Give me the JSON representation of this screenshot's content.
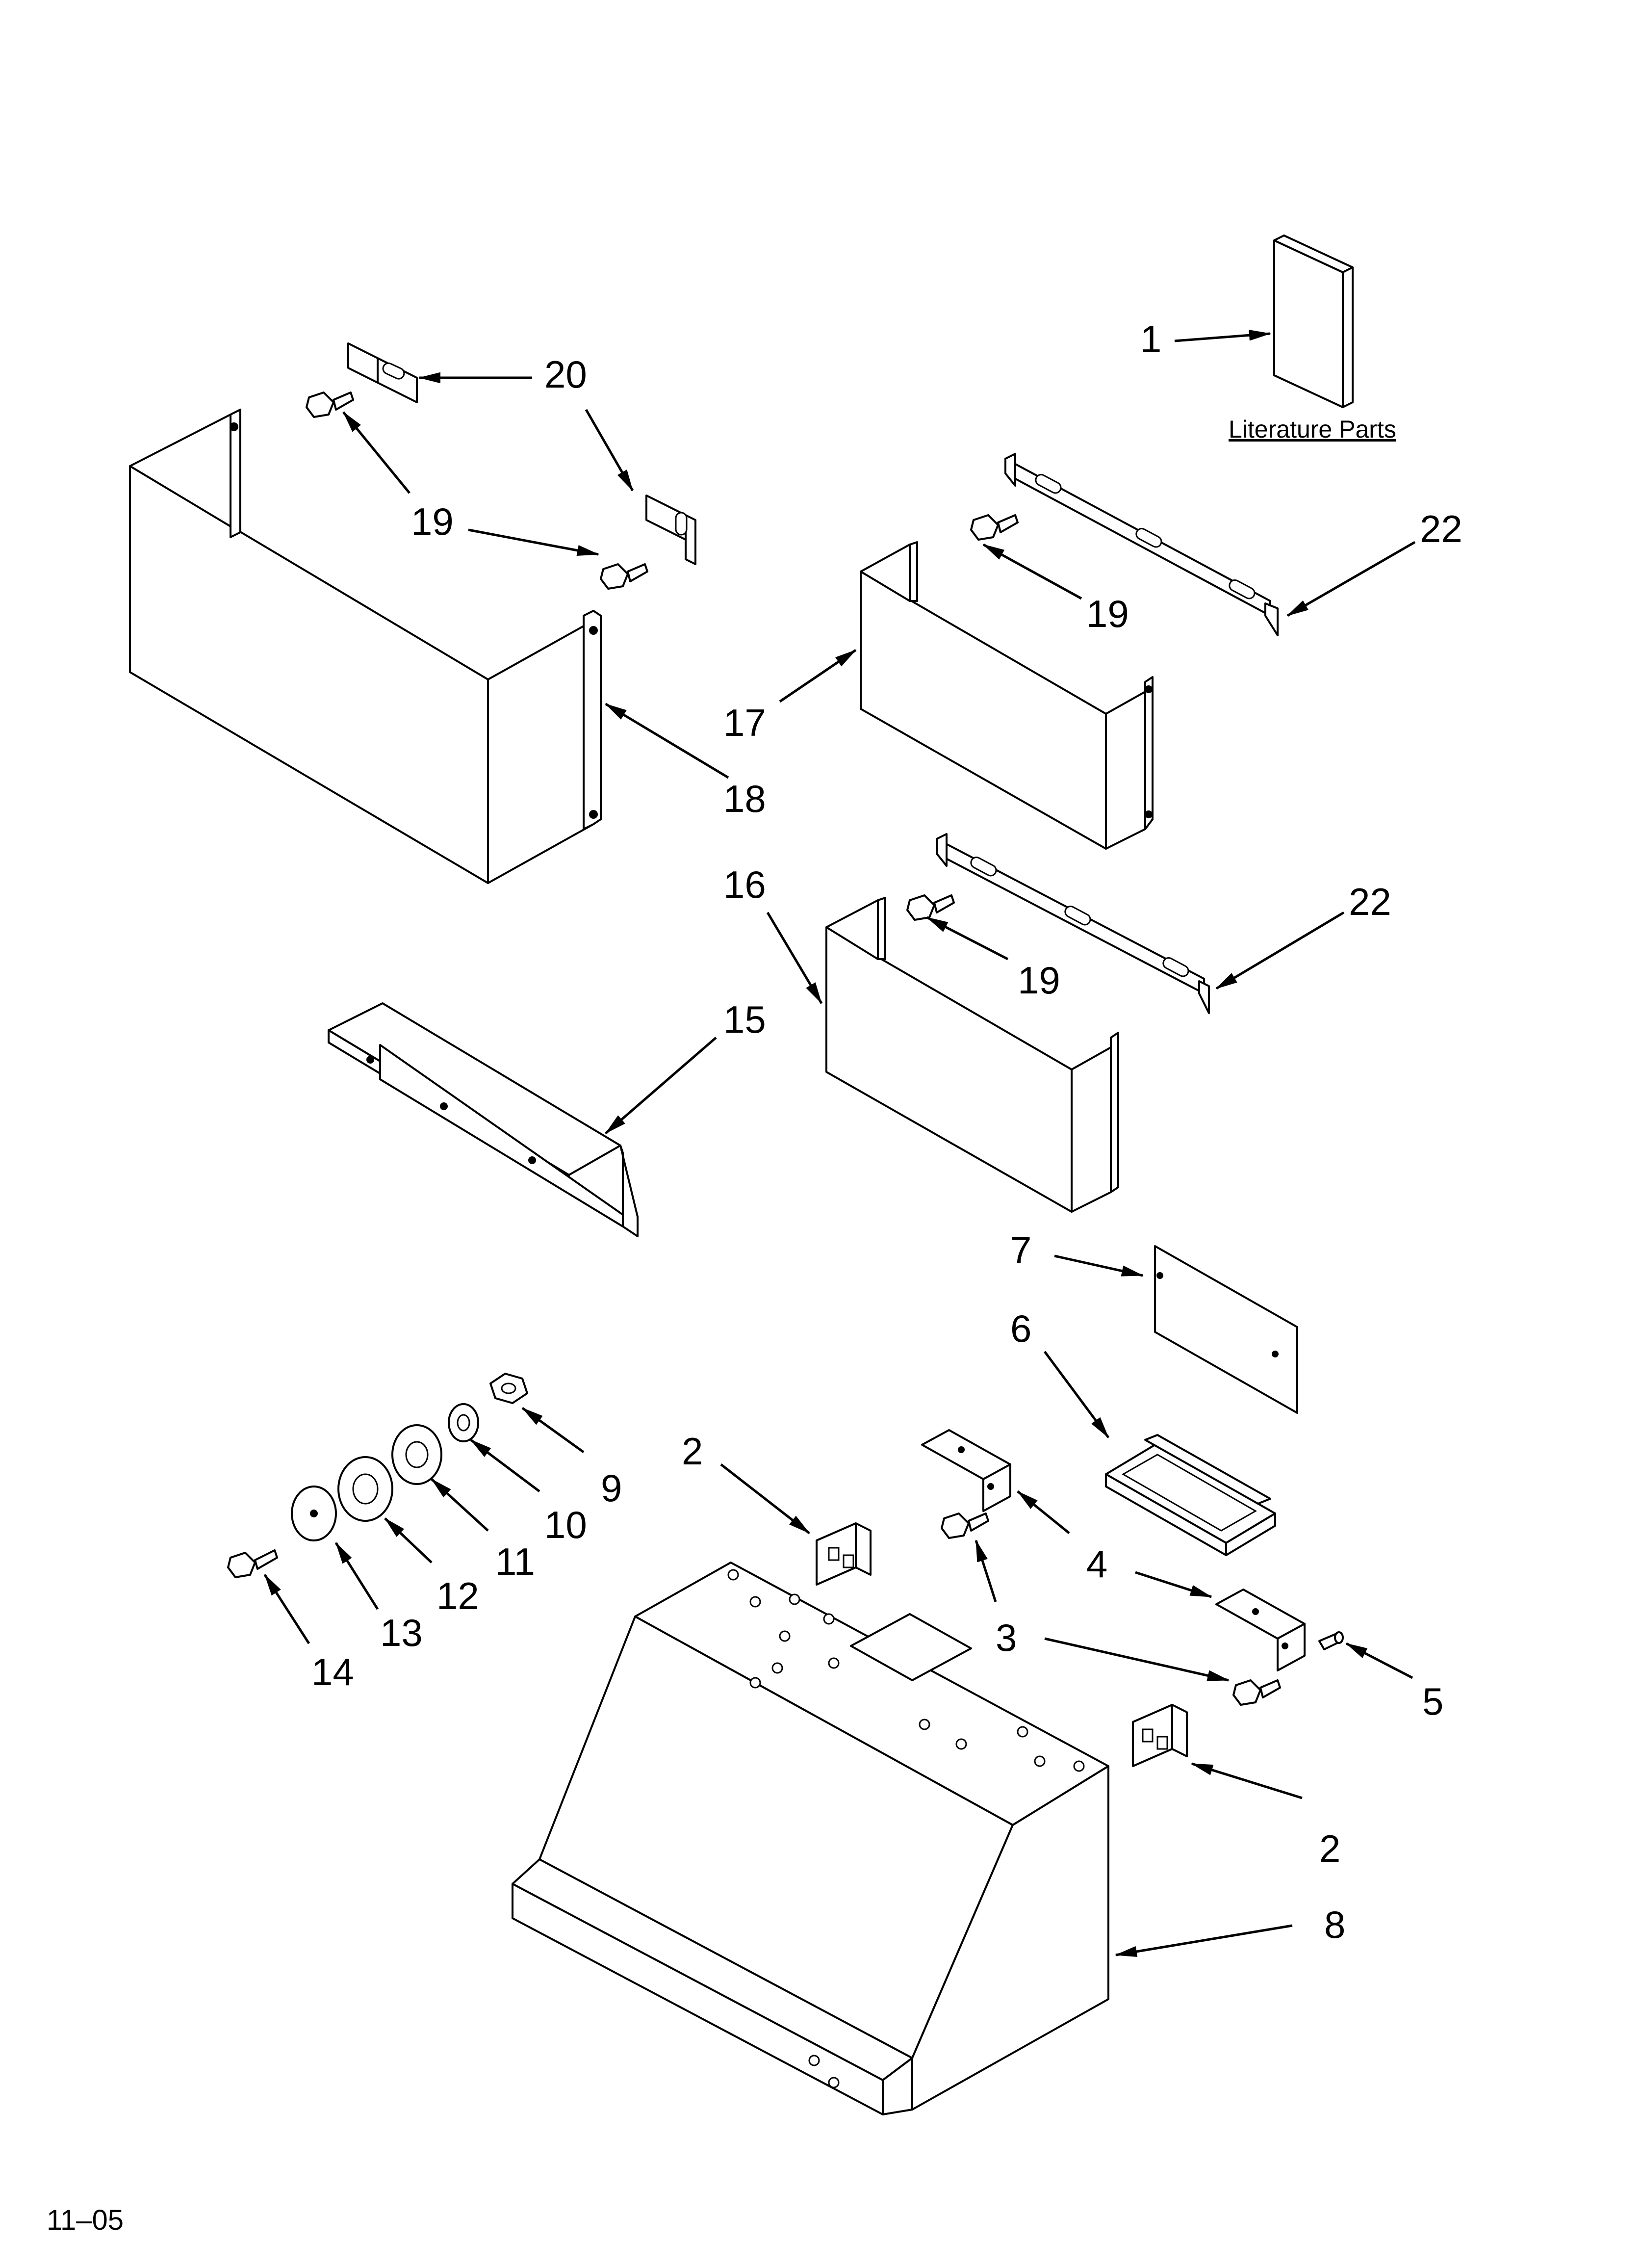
{
  "literature_label": "Literature Parts",
  "date_code": "11–05",
  "callouts": {
    "c1": "1",
    "c2a": "2",
    "c2b": "2",
    "c3": "3",
    "c4": "4",
    "c5": "5",
    "c6": "6",
    "c7": "7",
    "c8": "8",
    "c9": "9",
    "c10": "10",
    "c11": "11",
    "c12": "12",
    "c13": "13",
    "c14": "14",
    "c15": "15",
    "c16": "16",
    "c17": "17",
    "c18": "18",
    "c19a": "19",
    "c19b": "19",
    "c19c": "19",
    "c20": "20",
    "c22a": "22",
    "c22b": "22"
  }
}
